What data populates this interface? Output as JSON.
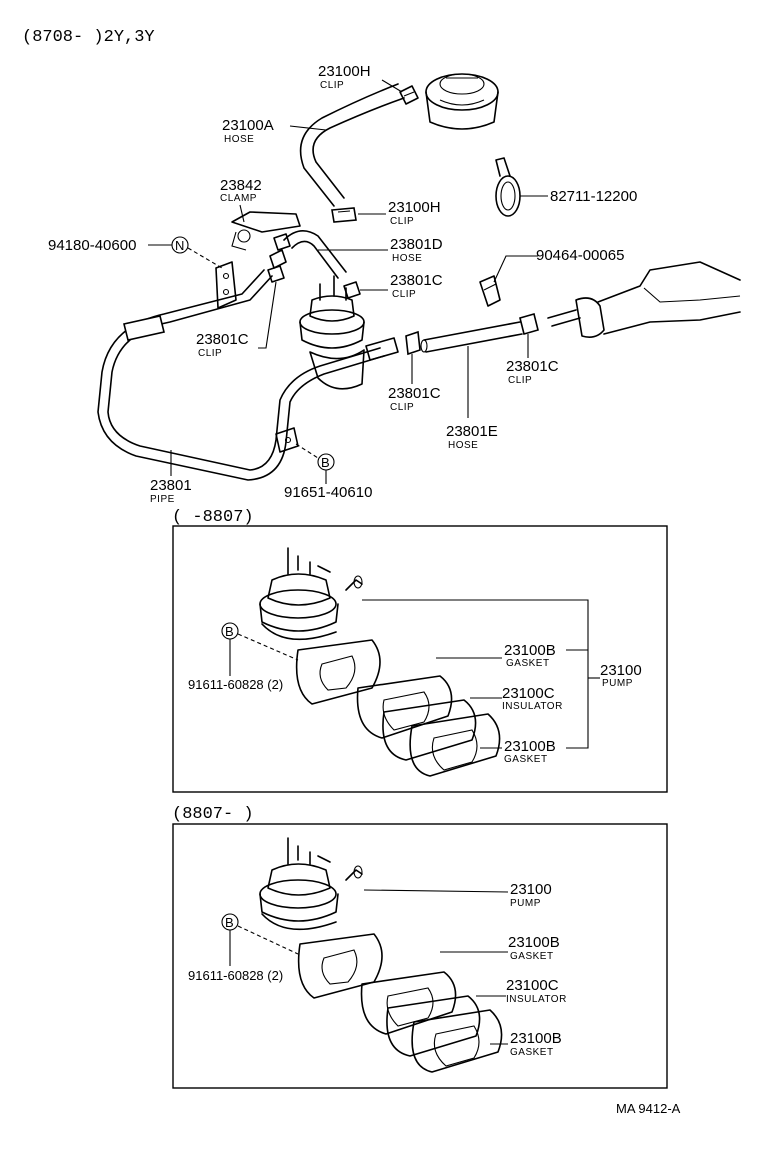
{
  "header": {
    "model_range": "(8708-     )2Y,3Y"
  },
  "footer": {
    "code": "MA  9412-A"
  },
  "parts": {
    "clip_top": {
      "number": "23100H",
      "name": "CLIP"
    },
    "hose_a": {
      "number": "23100A",
      "name": "HOSE"
    },
    "clamp": {
      "number": "23842",
      "name": "CLAMP"
    },
    "clip_h": {
      "number": "23100H",
      "name": "CLIP"
    },
    "bolt_n": {
      "number": "94180-40600",
      "symbol": "N"
    },
    "hose_d": {
      "number": "23801D",
      "name": "HOSE"
    },
    "clip_c1": {
      "number": "23801C",
      "name": "CLIP"
    },
    "clip_c2": {
      "number": "23801C",
      "name": "CLIP"
    },
    "clip_c3": {
      "number": "23801C",
      "name": "CLIP"
    },
    "clip_c4": {
      "number": "23801C",
      "name": "CLIP"
    },
    "hose_e": {
      "number": "23801E",
      "name": "HOSE"
    },
    "pipe": {
      "number": "23801",
      "name": "PIPE"
    },
    "bolt_b": {
      "number": "91651-40610",
      "symbol": "B"
    },
    "band_82711": {
      "number": "82711-12200"
    },
    "clip_90464": {
      "number": "90464-00065"
    }
  },
  "section1": {
    "label": "(     -8807)",
    "pump": {
      "number": "23100",
      "name": "PUMP"
    },
    "gasket_1": {
      "number": "23100B",
      "name": "GASKET"
    },
    "insulator": {
      "number": "23100C",
      "name": "INSULATOR"
    },
    "gasket_2": {
      "number": "23100B",
      "name": "GASKET"
    },
    "bolt": {
      "number": "91611-60828 (2)",
      "symbol": "B"
    }
  },
  "section2": {
    "label": "(8807-     )",
    "pump": {
      "number": "23100",
      "name": "PUMP"
    },
    "gasket_1": {
      "number": "23100B",
      "name": "GASKET"
    },
    "insulator": {
      "number": "23100C",
      "name": "INSULATOR"
    },
    "gasket_2": {
      "number": "23100B",
      "name": "GASKET"
    },
    "bolt": {
      "number": "91611-60828 (2)",
      "symbol": "B"
    }
  }
}
